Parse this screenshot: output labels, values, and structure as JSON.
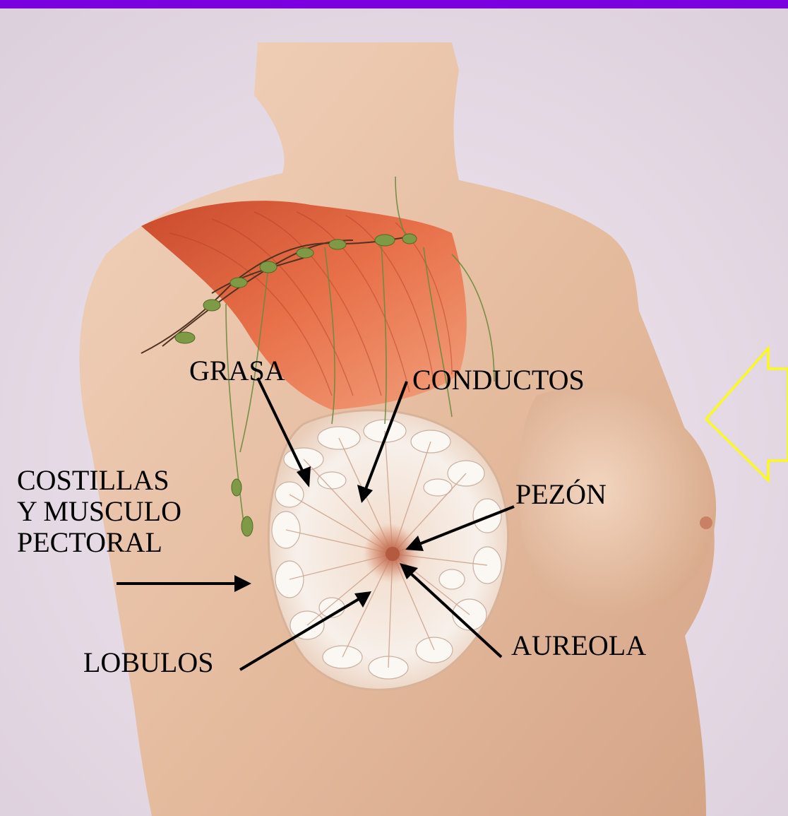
{
  "theme": {
    "top_bar": "#7a00e0",
    "label_color": "#000000",
    "arrow_color": "#000000",
    "pointer_outline": "#ffff00",
    "muscle": "#e2603a",
    "skin": "#e9c3a6",
    "gland": "#f4ece4",
    "lymph": "#6b8a3e",
    "background": "#e7dde6"
  },
  "labels": {
    "grasa": "GRASA",
    "conductos": "CONDUCTOS",
    "costillas": [
      "COSTILLAS",
      "Y MUSCULO",
      "PECTORAL"
    ],
    "pezon": "PEZÓN",
    "lobulos": "LOBULOS",
    "aureola": "AUREOLA"
  }
}
